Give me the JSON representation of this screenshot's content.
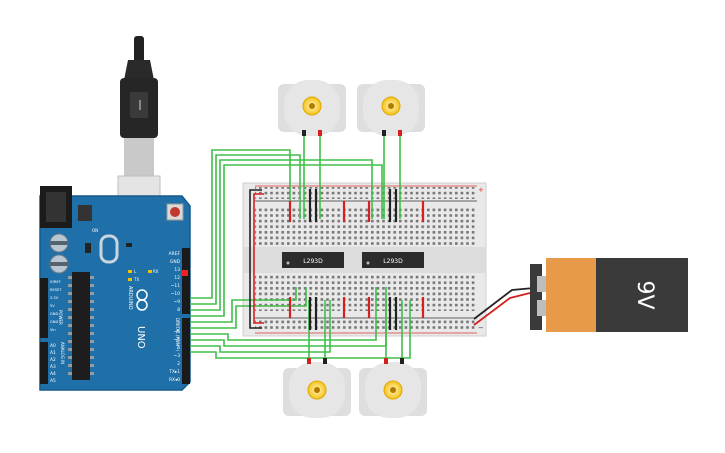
{
  "arduino": {
    "brand": "ARDUINO",
    "model": "UNO",
    "left_header_labels": [
      "IOREF",
      "RESET",
      "3.3V",
      "5V",
      "GND",
      "GND",
      "Vin"
    ],
    "power_label": "POWER",
    "analog_labels": [
      "A0",
      "A1",
      "A2",
      "A3",
      "A4",
      "A5"
    ],
    "analog_in_label": "ANALOG IN",
    "top_header_labels": [
      "AREF",
      "GND",
      "13",
      "12",
      "~11",
      "~10",
      "~9",
      "8"
    ],
    "bottom_header_labels": [
      "7",
      "~6",
      "~5",
      "4",
      "~3",
      "2",
      "TX▸1",
      "RX◂0"
    ],
    "digital_label": "DIGITAL (PWM~)",
    "led_labels": [
      "L",
      "TX",
      "RX"
    ],
    "on_label": "ON"
  },
  "breadboard": {
    "chips": [
      "L293D",
      "L293D"
    ],
    "plus_sign": "+",
    "minus_sign": "−"
  },
  "battery": {
    "label": "9V"
  },
  "colors": {
    "wire_green": "#3fbf4a",
    "wire_red": "#d42020",
    "wire_black": "#222222",
    "board_blue": "#1f6fa8",
    "battery_orange": "#e69a4a",
    "battery_dark": "#3a3a3a"
  }
}
